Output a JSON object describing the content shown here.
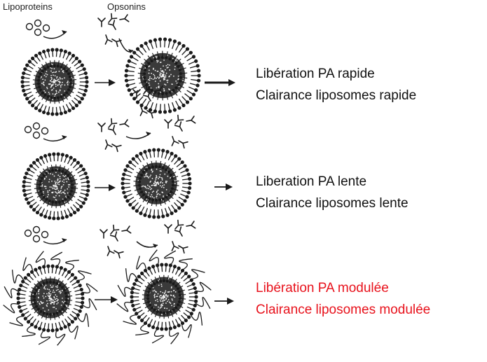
{
  "headers": {
    "lipoproteins": "Lipoproteins",
    "opsonins": "Opsonins"
  },
  "rows": [
    {
      "line1": "Libération PA rapide",
      "line2": "Clairance liposomes rapide",
      "color": "#111111"
    },
    {
      "line1": "Liberation PA lente",
      "line2": "Clairance liposomes lente",
      "color": "#111111"
    },
    {
      "line1": "Libération PA modulée",
      "line2": "Clairance liposomes modulée",
      "color": "#e8121c"
    }
  ],
  "colors": {
    "ink": "#1a1a1a",
    "highlight": "#e8121c"
  }
}
